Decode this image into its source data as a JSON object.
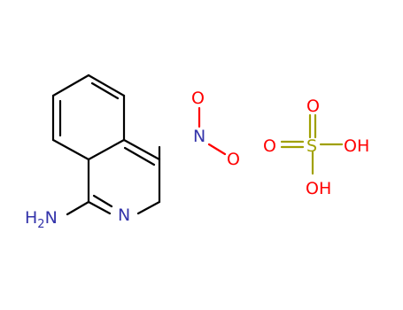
{
  "colors": {
    "carbon_bond": "#000000",
    "nitrogen": "#3333aa",
    "oxygen": "#ff0000",
    "sulfur": "#a0a000",
    "background": "#ffffff"
  },
  "molecules": [
    {
      "atoms": {
        "amine_main": "H",
        "amine_sub": "2",
        "amine_tail": "N",
        "ring_nitrogen": "N",
        "nitro_nitrogen": "N",
        "nitro_oxygen_top": "O",
        "nitro_oxygen_right": "O"
      }
    },
    {
      "atoms": {
        "sulfur": "S",
        "oxygen_top": "O",
        "oxygen_left": "O",
        "hydroxyl_right": "OH",
        "hydroxyl_bottom": "OH"
      }
    }
  ]
}
